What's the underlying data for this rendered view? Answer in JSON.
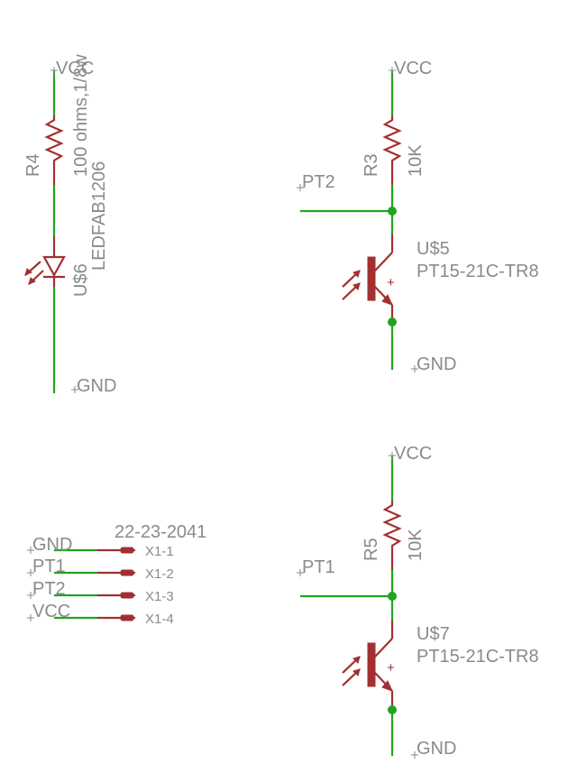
{
  "led_section": {
    "vcc_label": "VCC",
    "resistor_name": "R4",
    "resistor_value": "100 ohms,1/8w",
    "led_name": "U$6",
    "led_value": "LEDFAB1206",
    "gnd_label": "GND"
  },
  "pt2_section": {
    "vcc_label": "VCC",
    "resistor_name": "R3",
    "resistor_value": "10K",
    "net_label": "PT2",
    "transistor_name": "U$5",
    "transistor_value": "PT15-21C-TR8",
    "gnd_label": "GND"
  },
  "header_section": {
    "part_value": "22-23-2041",
    "nets": [
      "GND",
      "PT1",
      "PT2",
      "VCC"
    ],
    "pins": [
      "X1-1",
      "X1-2",
      "X1-3",
      "X1-4"
    ]
  },
  "pt1_section": {
    "vcc_label": "VCC",
    "resistor_name": "R5",
    "resistor_value": "10K",
    "net_label": "PT1",
    "transistor_name": "U$7",
    "transistor_value": "PT15-21C-TR8",
    "gnd_label": "GND"
  },
  "colors": {
    "wire": "#21a321",
    "part": "#a33030",
    "text": "#8a8a8a",
    "background": "#ffffff"
  }
}
